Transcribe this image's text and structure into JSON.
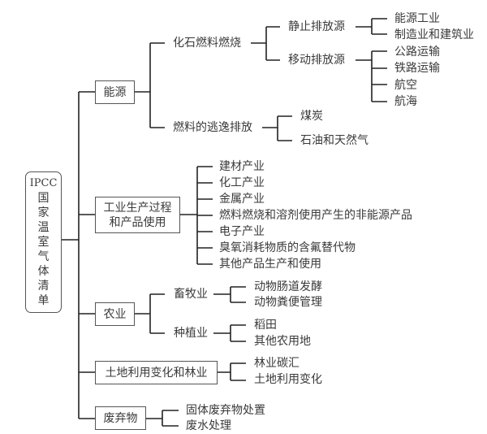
{
  "root": {
    "label_lines": [
      "IPCC",
      "国",
      "家",
      "温",
      "室",
      "气",
      "体",
      "清",
      "单"
    ]
  },
  "categories": [
    {
      "label": "能源",
      "children": [
        {
          "label": "化石燃料燃烧",
          "children": [
            {
              "label": "静止排放源",
              "children": [
                "能源工业",
                "制造业和建筑业"
              ]
            },
            {
              "label": "移动排放源",
              "children": [
                "公路运输",
                "铁路运输",
                "航空",
                "航海"
              ]
            }
          ]
        },
        {
          "label": "燃料的逃逸排放",
          "children": [
            "煤炭",
            "石油和天然气"
          ]
        }
      ]
    },
    {
      "label_lines": [
        "工业生产过程",
        "和产品使用"
      ],
      "children": [
        "建材产业",
        "化工产业",
        "金属产业",
        "燃料燃烧和溶剂使用产生的非能源产品",
        "电子产业",
        "臭氧消耗物质的含氟替代物",
        "其他产品生产和使用"
      ]
    },
    {
      "label": "农业",
      "children": [
        {
          "label": "畜牧业",
          "children": [
            "动物肠道发酵",
            "动物粪便管理"
          ]
        },
        {
          "label": "种植业",
          "children": [
            "稻田",
            "其他农用地"
          ]
        }
      ]
    },
    {
      "label": "土地利用变化和林业",
      "children": [
        "林业碳汇",
        "土地利用变化"
      ]
    },
    {
      "label": "废弃物",
      "children": [
        "固体废弃物处置",
        "废水处理"
      ]
    }
  ]
}
